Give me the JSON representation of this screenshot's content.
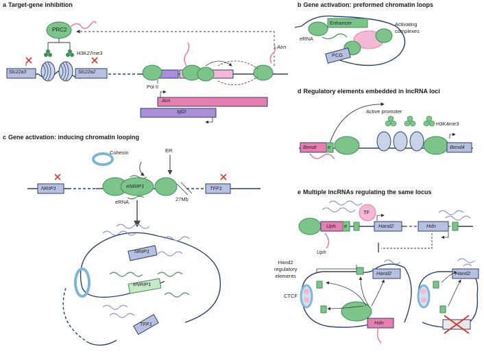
{
  "panels": {
    "a": {
      "letter": "a",
      "title": "Target-gene inhibition",
      "prc2": "PRC2",
      "mark": "H3K27me3",
      "gene1": "Slc22a3",
      "gene2": "Slc22a2",
      "airn_rna": "Airn",
      "polii": "Pol II",
      "bar1": "Airn",
      "bar2": "Igf2r"
    },
    "b": {
      "letter": "b",
      "title": "Gene activation: preformed chromatin loops",
      "enhancer": "Enhancer",
      "erna": "eRNA",
      "activating": "Activating\ncomplexes",
      "pcg": "PCG"
    },
    "c": {
      "letter": "c",
      "title": "Gene activation: inducing chromatin looping",
      "cohesin": "Cohesin",
      "er": "ER",
      "nrip1": "NRIP1",
      "enrip1": "eNRIP1",
      "tff1": "TFF1",
      "erna": "eRNA",
      "dist": "27Mb"
    },
    "d": {
      "letter": "d",
      "title": "Regulatory elements embedded in lncRNA loci",
      "active": "Active promoter",
      "mark": "H3K4me3",
      "bendr": "Bendr",
      "e": "e",
      "bend4": "Bend4"
    },
    "e": {
      "letter": "e",
      "title": "Multiple lncRNAs regulating the same locus",
      "uph": "Uph",
      "e": "e",
      "tf": "TF",
      "hand2": "Hand2",
      "hdn": "Hdn",
      "uph_rna": "Uph",
      "regulatory": "Hand2\nregulatory\nelements",
      "ctcf": "CTCF"
    }
  },
  "colors": {
    "green": "#7cc48a",
    "green_dark": "#3e8e55",
    "nuc": "#c9d3e8",
    "gene_blue": "#b8c0e0",
    "pink": "#e87fb0",
    "pink_light": "#f3b8d3",
    "purple": "#a98fd8",
    "line": "#2d3e70",
    "red": "#d9342b"
  }
}
